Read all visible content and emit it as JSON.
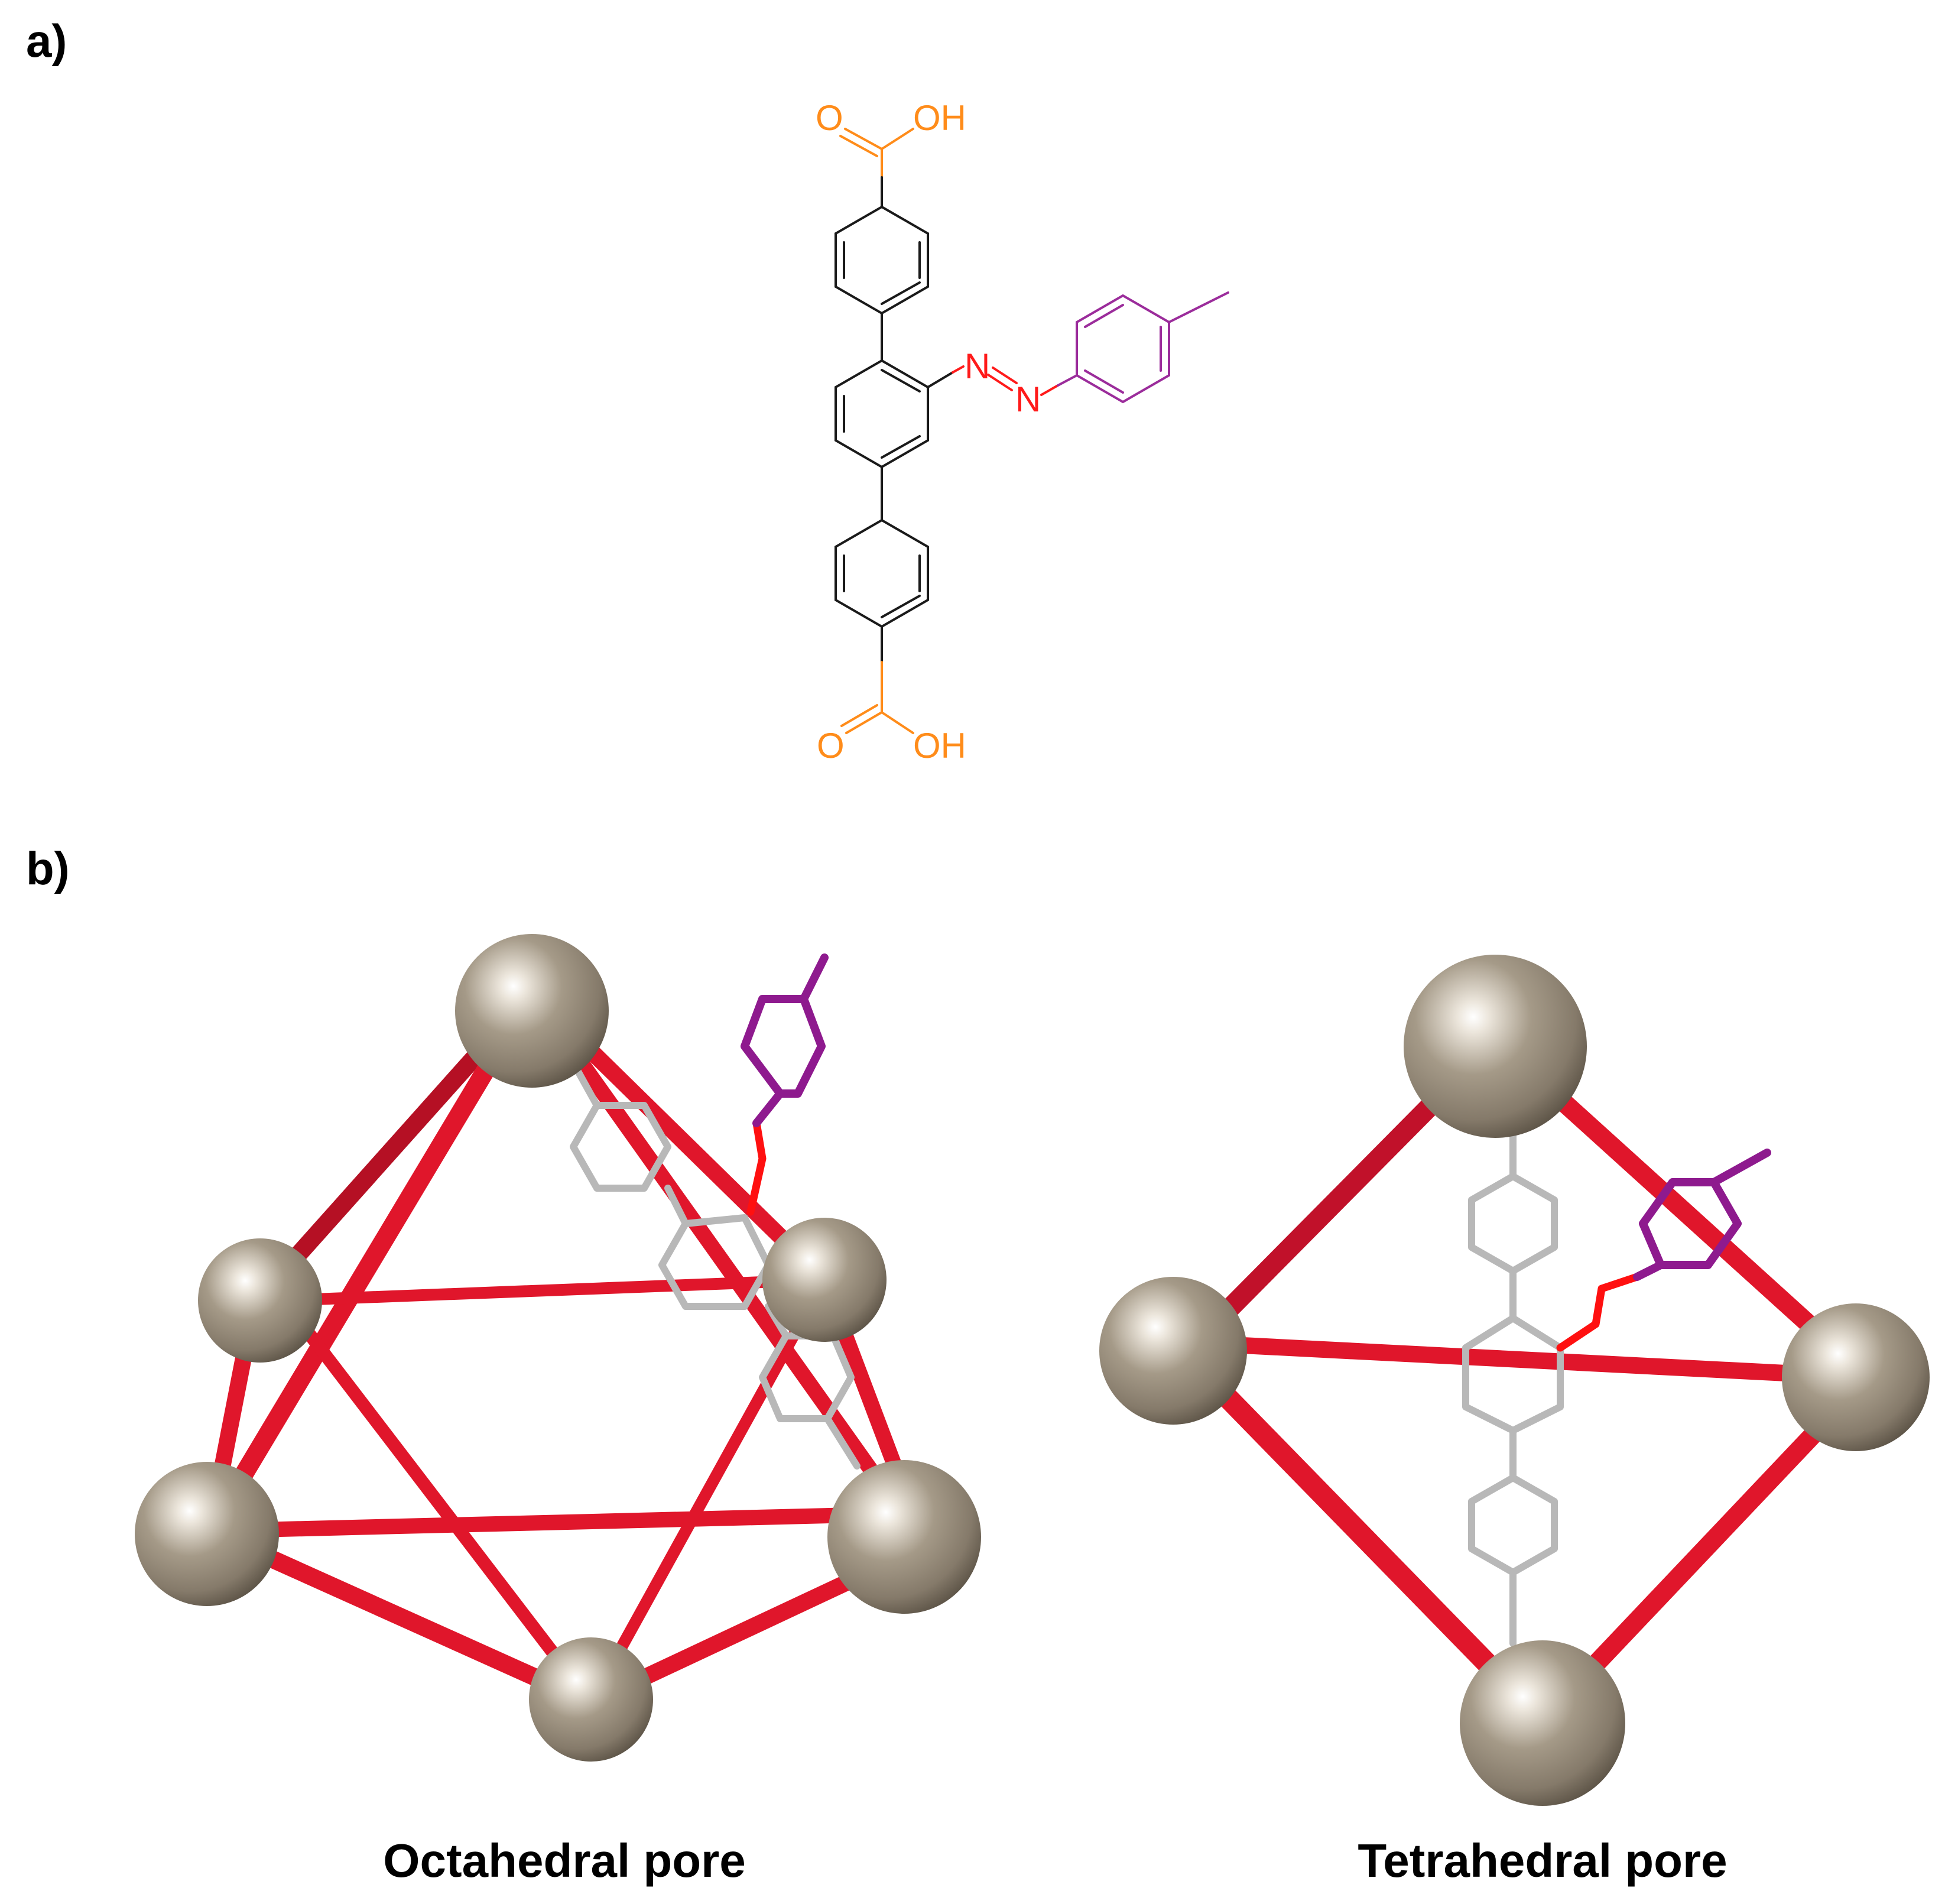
{
  "panel_a": {
    "label": "a)",
    "atoms": {
      "top_o": "O",
      "top_oh": "OH",
      "azo_n1": "N",
      "azo_n2": "N",
      "bottom_o": "O",
      "bottom_oh": "OH"
    },
    "colors": {
      "carboxyl": "#ff8c1a",
      "azo": "#ff1a1a",
      "tolyl": "#9b2c9b",
      "backbone": "#1a1a1a"
    }
  },
  "panel_b": {
    "label": "b)",
    "octahedral_caption": "Octahedral pore",
    "tetrahedral_caption": "Tetrahedral pore",
    "colors": {
      "node": "#a09482",
      "rod": "#e0162b",
      "linker": "#b8b8b8",
      "azo": "#ff1010",
      "tolyl": "#8e1a8e"
    }
  }
}
